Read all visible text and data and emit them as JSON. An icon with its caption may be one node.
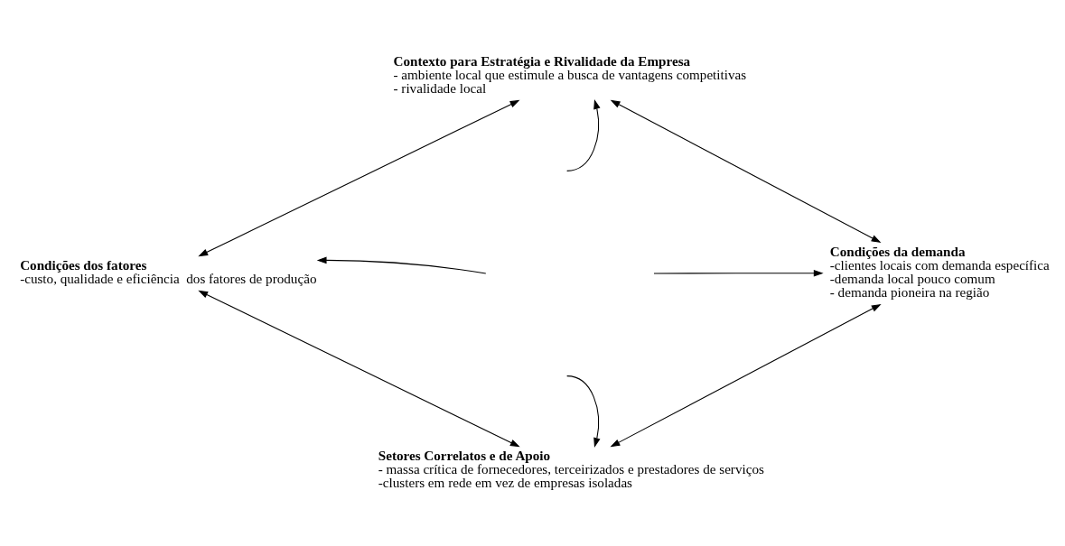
{
  "diagram": {
    "nodes": [
      {
        "text": [
          "Contexto para Estratégia e Rivalidade da Empresa",
          "- ambiente local que estimule a busca de vantagens competitivas",
          "- rivalidade local"
        ]
      },
      {
        "text": [
          "Condições dos fatores",
          "-custo, qualidade e eficiência  dos fatores de produção"
        ]
      },
      {
        "text": [
          "Condições da demanda",
          "-clientes locais com demanda específica",
          "-demanda local pouco comum",
          "- demanda pioneira na região"
        ]
      },
      {
        "text": [
          "Setores Correlatos e de Apoio",
          "- massa crítica de fornecedores, terceirizados e prestadores de serviços",
          "-clusters em rede em vez de empresas isoladas"
        ]
      }
    ],
    "edges": [
      {
        "from": 0,
        "to": 1,
        "arrow": "both"
      },
      {
        "from": 0,
        "to": 2,
        "arrow": "both"
      },
      {
        "from": 1,
        "to": 3,
        "arrow": "both"
      },
      {
        "from": 2,
        "to": 3,
        "arrow": "both"
      },
      {
        "from": null,
        "to": 0,
        "arrow": "to"
      },
      {
        "from": null,
        "to": 1,
        "arrow": "to"
      },
      {
        "from": null,
        "to": 2,
        "arrow": "to"
      },
      {
        "from": null,
        "to": 3,
        "arrow": "to"
      }
    ]
  }
}
